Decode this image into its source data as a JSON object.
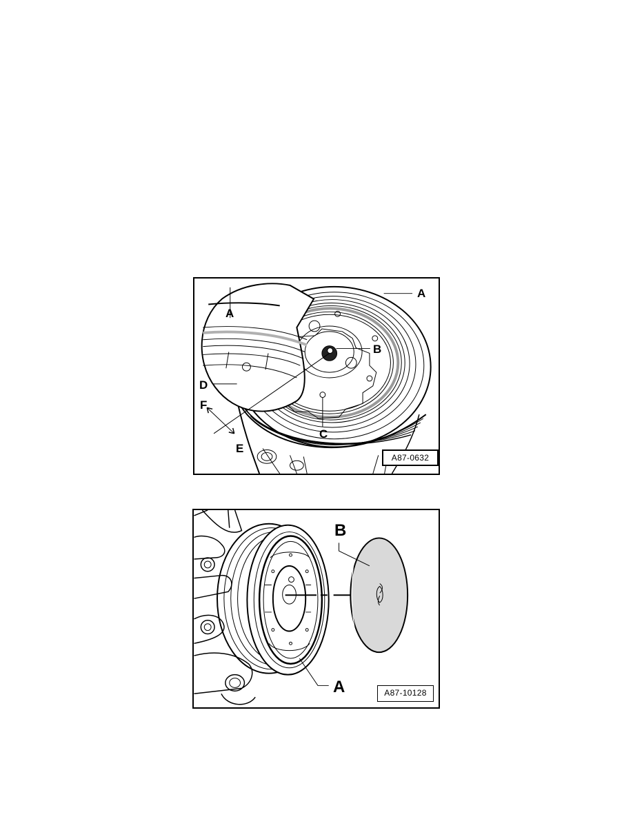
{
  "page": {
    "background": "#ffffff"
  },
  "figures": [
    {
      "id": "A87-0632",
      "description": "A/C compressor magnetic clutch pulley front view with magnified inset",
      "callouts": {
        "A_main": "A",
        "A_inset": "A",
        "B": "B",
        "C": "C",
        "D": "D",
        "E": "E",
        "F": "F"
      },
      "highlight_color": "#9a9a9a"
    },
    {
      "id": "A87-10128",
      "description": "Compressor pulley with separate cover disc removed",
      "callouts": {
        "A": "A",
        "B": "B"
      },
      "disc_fill_color": "#d9d9d9"
    }
  ]
}
